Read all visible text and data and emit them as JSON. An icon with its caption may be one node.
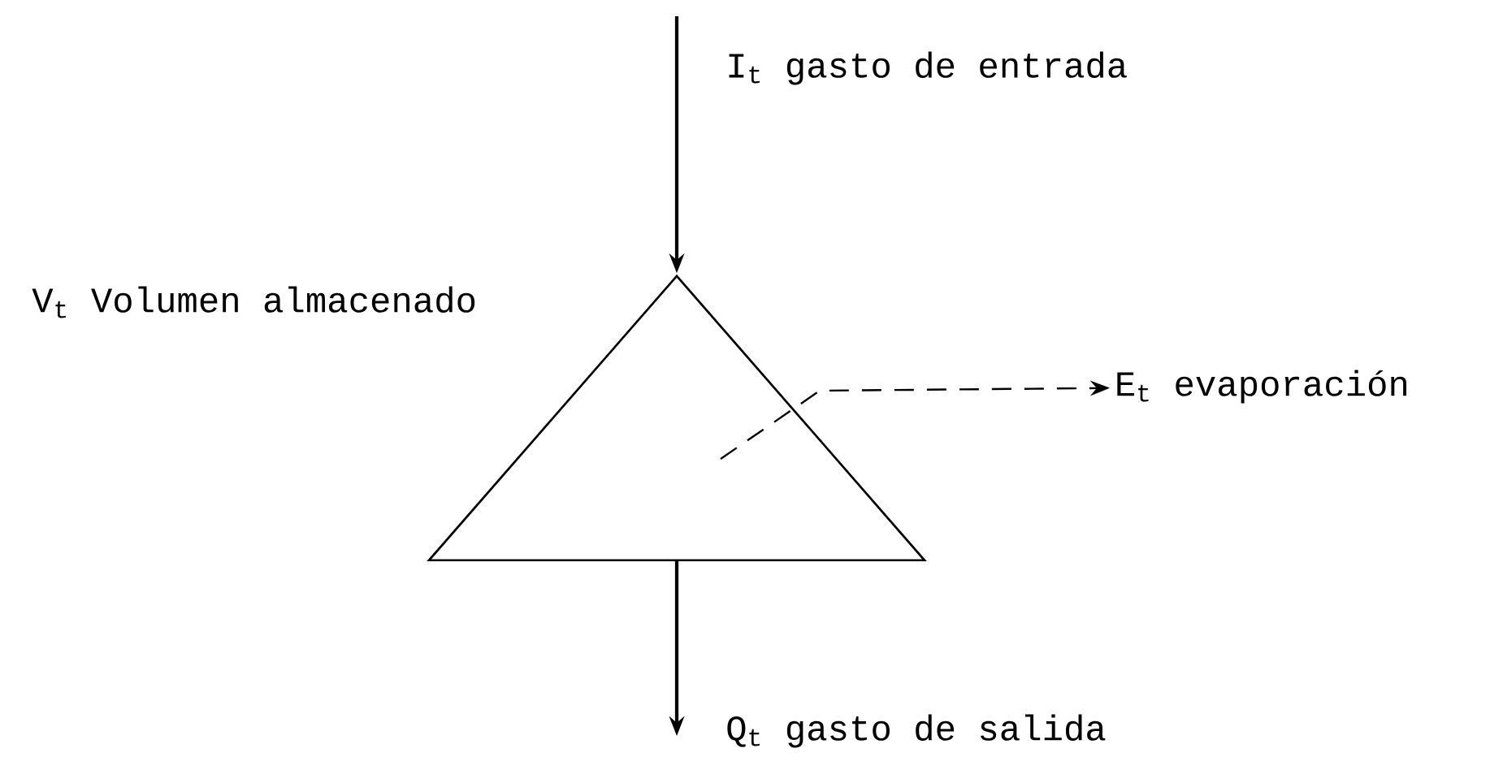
{
  "diagram": {
    "nodes": [
      {
        "text": [],
        "shape": "triangle"
      },
      {
        "text": [
          "E$_{t}$ evaporación"
        ]
      }
    ],
    "edges": [
      {
        "from": null,
        "to": 0,
        "arrow": "to",
        "label": "I$_{t}$ gasto de entrada"
      },
      {
        "from": 0,
        "to": null,
        "arrow": "to",
        "label": "Q$_{t}$ gasto de salida"
      },
      {
        "from": 0,
        "to": 1,
        "arrow": "to",
        "style": "dashed"
      }
    ],
    "labels": [
      "V$_{t}$ Volumen almacenado"
    ]
  }
}
